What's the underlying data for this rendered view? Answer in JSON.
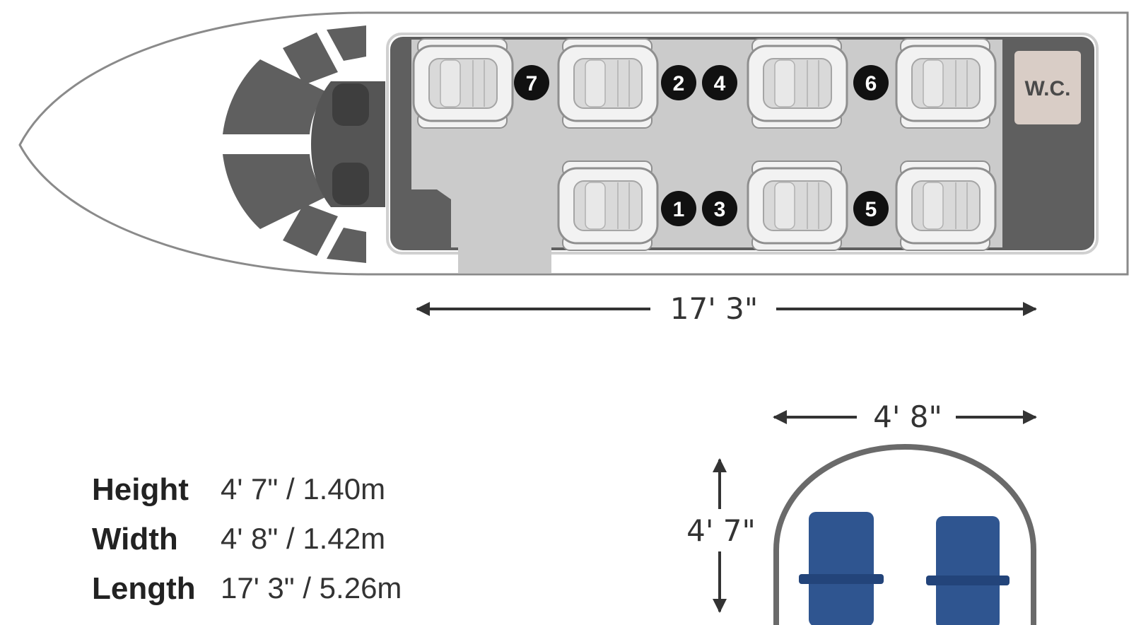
{
  "colors": {
    "cabin_floor": "#cbcbcb",
    "cabinet_dark": "#5f5f5f",
    "seat_fill": "#f2f2f2",
    "seat_stroke": "#8f8f8f",
    "badge": "#111111",
    "wc": "#d9cdc6",
    "blue_seat": "#2f5590"
  },
  "wc_label": "W.C.",
  "seats": [
    {
      "label": "7"
    },
    {
      "label": "2"
    },
    {
      "label": "4"
    },
    {
      "label": "6"
    },
    {
      "label": "1"
    },
    {
      "label": "3"
    },
    {
      "label": "5"
    }
  ],
  "dimensions": {
    "length": "17' 3\"",
    "width": "4' 8\"",
    "height": "4' 7\""
  },
  "specs": [
    {
      "label": "Height",
      "value": "4' 7\" / 1.40m"
    },
    {
      "label": "Width",
      "value": "4' 8\" / 1.42m"
    },
    {
      "label": "Length",
      "value": "17' 3\" / 5.26m"
    }
  ]
}
